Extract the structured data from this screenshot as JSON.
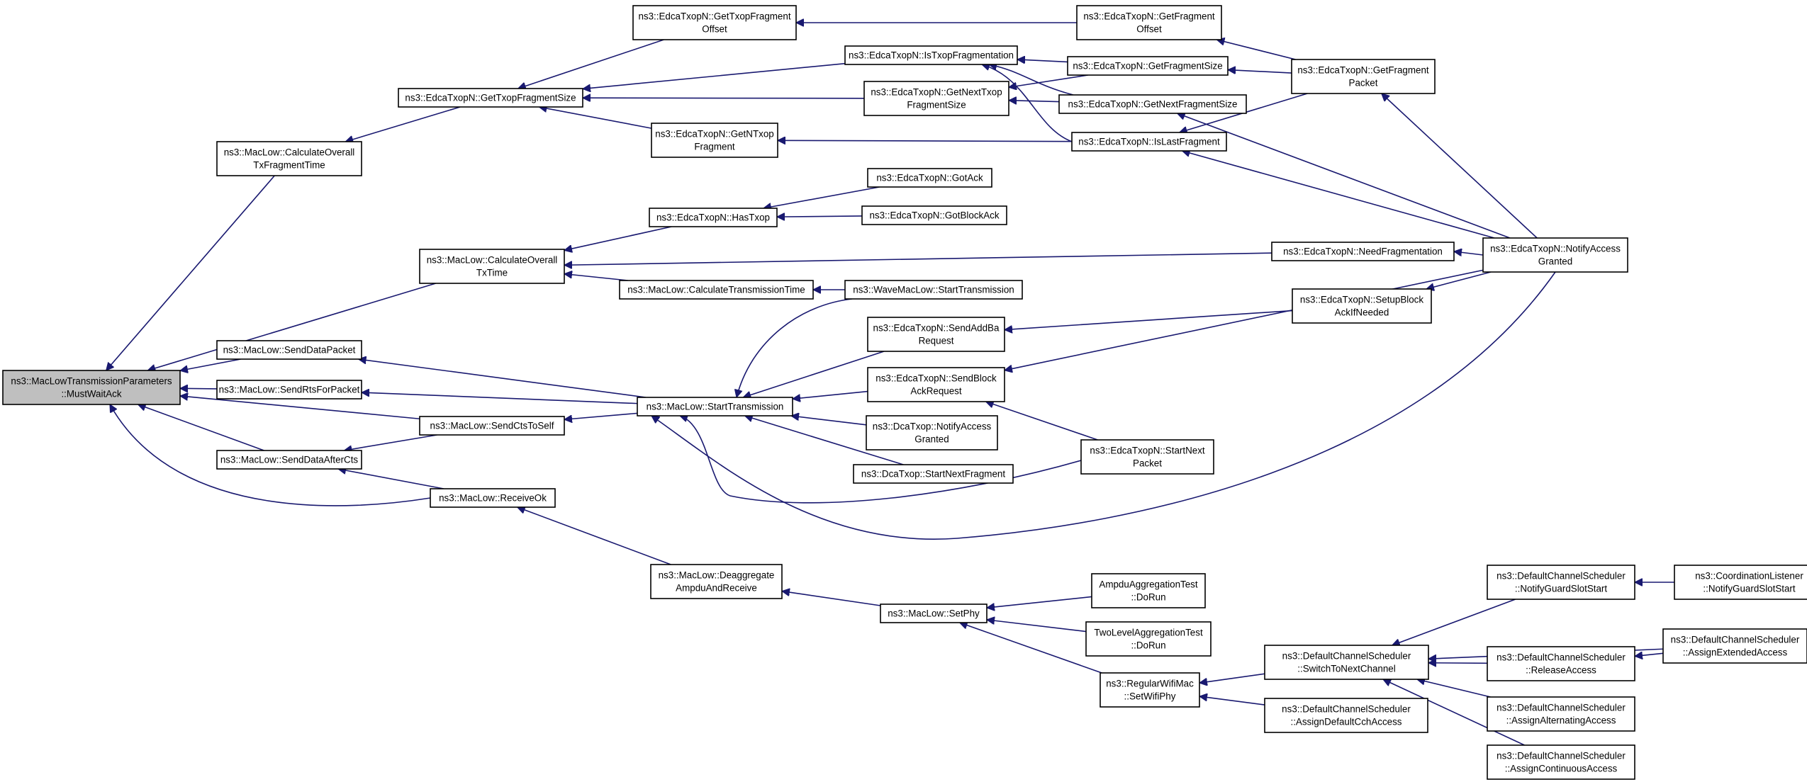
{
  "graph": {
    "nodes": [
      {
        "id": "n0",
        "lines": [
          "ns3::MacLowTransmissionParameters",
          "::MustWaitAck"
        ],
        "root": true
      },
      {
        "id": "n1",
        "lines": [
          "ns3::MacLow::CalculateOverall",
          "TxFragmentTime"
        ]
      },
      {
        "id": "n2",
        "lines": [
          "ns3::MacLow::CalculateOverall",
          "TxTime"
        ]
      },
      {
        "id": "n3",
        "lines": [
          "ns3::MacLow::SendDataPacket"
        ]
      },
      {
        "id": "n4",
        "lines": [
          "ns3::MacLow::SendRtsForPacket"
        ]
      },
      {
        "id": "n5",
        "lines": [
          "ns3::MacLow::SendCtsToSelf"
        ]
      },
      {
        "id": "n6",
        "lines": [
          "ns3::MacLow::SendDataAfterCts"
        ]
      },
      {
        "id": "n7",
        "lines": [
          "ns3::MacLow::ReceiveOk"
        ]
      },
      {
        "id": "n8",
        "lines": [
          "ns3::EdcaTxopN::GetTxopFragmentSize"
        ]
      },
      {
        "id": "n9",
        "lines": [
          "ns3::EdcaTxopN::GetTxopFragment",
          "Offset"
        ]
      },
      {
        "id": "n10",
        "lines": [
          "ns3::EdcaTxopN::IsTxopFragmentation"
        ]
      },
      {
        "id": "n11",
        "lines": [
          "ns3::EdcaTxopN::GetNextTxop",
          "FragmentSize"
        ]
      },
      {
        "id": "n12",
        "lines": [
          "ns3::EdcaTxopN::GetNTxop",
          "Fragment"
        ]
      },
      {
        "id": "n13",
        "lines": [
          "ns3::EdcaTxopN::GetFragment",
          "Offset"
        ]
      },
      {
        "id": "n14",
        "lines": [
          "ns3::EdcaTxopN::GetFragmentSize"
        ]
      },
      {
        "id": "n15",
        "lines": [
          "ns3::EdcaTxopN::GetNextFragmentSize"
        ]
      },
      {
        "id": "n16",
        "lines": [
          "ns3::EdcaTxopN::IsLastFragment"
        ]
      },
      {
        "id": "n17",
        "lines": [
          "ns3::EdcaTxopN::GetFragment",
          "Packet"
        ]
      },
      {
        "id": "n18",
        "lines": [
          "ns3::EdcaTxopN::NotifyAccess",
          "Granted"
        ]
      },
      {
        "id": "n19",
        "lines": [
          "ns3::EdcaTxopN::HasTxop"
        ]
      },
      {
        "id": "n20",
        "lines": [
          "ns3::EdcaTxopN::GotAck"
        ]
      },
      {
        "id": "n21",
        "lines": [
          "ns3::EdcaTxopN::GotBlockAck"
        ]
      },
      {
        "id": "n22",
        "lines": [
          "ns3::EdcaTxopN::NeedFragmentation"
        ]
      },
      {
        "id": "n23",
        "lines": [
          "ns3::MacLow::CalculateTransmissionTime"
        ]
      },
      {
        "id": "n24",
        "lines": [
          "ns3::WaveMacLow::StartTransmission"
        ]
      },
      {
        "id": "n25",
        "lines": [
          "ns3::MacLow::StartTransmission"
        ]
      },
      {
        "id": "n26",
        "lines": [
          "ns3::EdcaTxopN::SendAddBa",
          "Request"
        ]
      },
      {
        "id": "n27",
        "lines": [
          "ns3::EdcaTxopN::SetupBlock",
          "AckIfNeeded"
        ]
      },
      {
        "id": "n28",
        "lines": [
          "ns3::EdcaTxopN::SendBlock",
          "AckRequest"
        ]
      },
      {
        "id": "n29",
        "lines": [
          "ns3::DcaTxop::NotifyAccess",
          "Granted"
        ]
      },
      {
        "id": "n30",
        "lines": [
          "ns3::DcaTxop::StartNextFragment"
        ]
      },
      {
        "id": "n31",
        "lines": [
          "ns3::EdcaTxopN::StartNext",
          "Packet"
        ]
      },
      {
        "id": "n32",
        "lines": [
          "ns3::MacLow::Deaggregate",
          "AmpduAndReceive"
        ]
      },
      {
        "id": "n33",
        "lines": [
          "ns3::MacLow::SetPhy"
        ]
      },
      {
        "id": "n34",
        "lines": [
          "AmpduAggregationTest",
          "::DoRun"
        ]
      },
      {
        "id": "n35",
        "lines": [
          "TwoLevelAggregationTest",
          "::DoRun"
        ]
      },
      {
        "id": "n36",
        "lines": [
          "ns3::RegularWifiMac",
          "::SetWifiPhy"
        ]
      },
      {
        "id": "n37",
        "lines": [
          "ns3::DefaultChannelScheduler",
          "::SwitchToNextChannel"
        ]
      },
      {
        "id": "n38",
        "lines": [
          "ns3::DefaultChannelScheduler",
          "::AssignDefaultCchAccess"
        ]
      },
      {
        "id": "n39",
        "lines": [
          "ns3::DefaultChannelScheduler",
          "::NotifyGuardSlotStart"
        ]
      },
      {
        "id": "n40",
        "lines": [
          "ns3::CoordinationListener",
          "::NotifyGuardSlotStart"
        ]
      },
      {
        "id": "n41",
        "lines": [
          "ns3::DefaultChannelScheduler",
          "::ReleaseAccess"
        ]
      },
      {
        "id": "n42",
        "lines": [
          "ns3::DefaultChannelScheduler",
          "::AssignExtendedAccess"
        ]
      },
      {
        "id": "n43",
        "lines": [
          "ns3::DefaultChannelScheduler",
          "::AssignAlternatingAccess"
        ]
      },
      {
        "id": "n44",
        "lines": [
          "ns3::DefaultChannelScheduler",
          "::AssignContinuousAccess"
        ]
      }
    ],
    "edges": [
      [
        "n1",
        "n0"
      ],
      [
        "n2",
        "n0"
      ],
      [
        "n3",
        "n0"
      ],
      [
        "n4",
        "n0"
      ],
      [
        "n5",
        "n0"
      ],
      [
        "n6",
        "n0"
      ],
      [
        "n7",
        "n0"
      ],
      [
        "n8",
        "n1"
      ],
      [
        "n9",
        "n8"
      ],
      [
        "n10",
        "n8"
      ],
      [
        "n11",
        "n8"
      ],
      [
        "n12",
        "n8"
      ],
      [
        "n13",
        "n9"
      ],
      [
        "n14",
        "n10"
      ],
      [
        "n15",
        "n10"
      ],
      [
        "n16",
        "n10"
      ],
      [
        "n14",
        "n11"
      ],
      [
        "n15",
        "n11"
      ],
      [
        "n16",
        "n12"
      ],
      [
        "n17",
        "n13"
      ],
      [
        "n17",
        "n14"
      ],
      [
        "n17",
        "n16"
      ],
      [
        "n18",
        "n17"
      ],
      [
        "n18",
        "n15"
      ],
      [
        "n18",
        "n16"
      ],
      [
        "n19",
        "n2"
      ],
      [
        "n20",
        "n19"
      ],
      [
        "n21",
        "n19"
      ],
      [
        "n22",
        "n2"
      ],
      [
        "n18",
        "n22"
      ],
      [
        "n23",
        "n2"
      ],
      [
        "n24",
        "n23"
      ],
      [
        "n25",
        "n3"
      ],
      [
        "n25",
        "n4"
      ],
      [
        "n25",
        "n5"
      ],
      [
        "n24",
        "n25"
      ],
      [
        "n26",
        "n25"
      ],
      [
        "n28",
        "n25"
      ],
      [
        "n29",
        "n25"
      ],
      [
        "n30",
        "n25"
      ],
      [
        "n31",
        "n25"
      ],
      [
        "n18",
        "n25"
      ],
      [
        "n27",
        "n26"
      ],
      [
        "n18",
        "n27"
      ],
      [
        "n18",
        "n28"
      ],
      [
        "n31",
        "n28"
      ],
      [
        "n5",
        "n6"
      ],
      [
        "n7",
        "n6"
      ],
      [
        "n32",
        "n7"
      ],
      [
        "n33",
        "n32"
      ],
      [
        "n34",
        "n33"
      ],
      [
        "n35",
        "n33"
      ],
      [
        "n36",
        "n33"
      ],
      [
        "n37",
        "n36"
      ],
      [
        "n38",
        "n36"
      ],
      [
        "n39",
        "n37"
      ],
      [
        "n41",
        "n37"
      ],
      [
        "n43",
        "n37"
      ],
      [
        "n44",
        "n37"
      ],
      [
        "n42",
        "n37"
      ],
      [
        "n40",
        "n39"
      ],
      [
        "n42",
        "n41"
      ]
    ]
  }
}
